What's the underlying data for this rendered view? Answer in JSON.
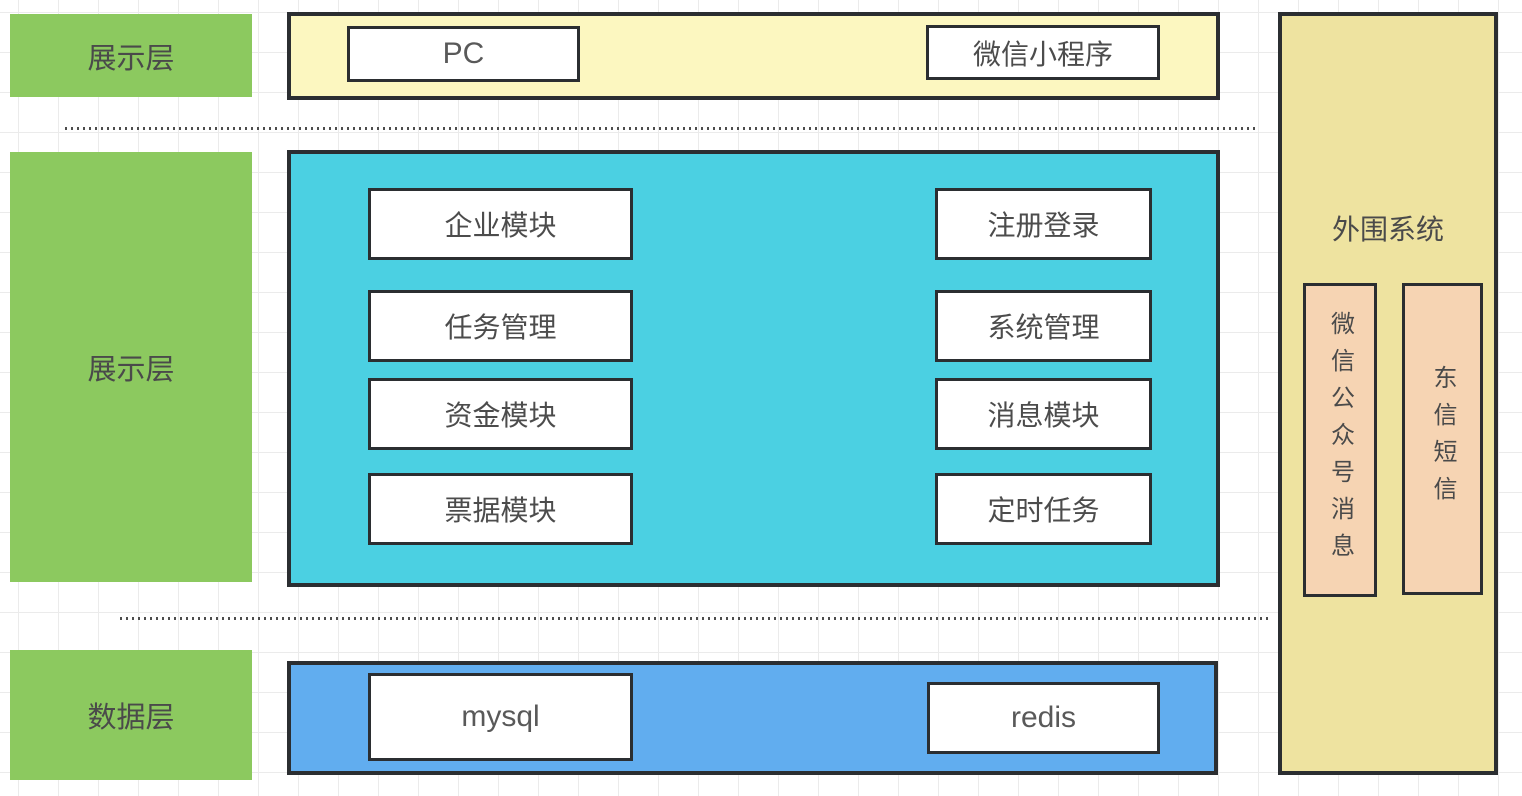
{
  "colors": {
    "green": "#8cc95f",
    "yellow": "#fcf7c0",
    "cyan": "#4bd0e2",
    "blue": "#61adef",
    "tan": "#eee3a0",
    "peach": "#f6d4b3",
    "border": "#2b2e31",
    "line": "#4d4d4d"
  },
  "layers": {
    "top": {
      "sidebar_label": "展示层",
      "items": [
        "PC",
        "微信小程序"
      ]
    },
    "middle": {
      "sidebar_label": "展示层",
      "left_modules": [
        "企业模块",
        "任务管理",
        "资金模块",
        "票据模块"
      ],
      "right_modules": [
        "注册登录",
        "系统管理",
        "消息模块",
        "定时任务"
      ]
    },
    "bottom": {
      "sidebar_label": "数据层",
      "items": [
        "mysql",
        "redis"
      ]
    },
    "external": {
      "title": "外围系统",
      "items": [
        "微信公众号消息",
        "东信短信"
      ]
    }
  }
}
